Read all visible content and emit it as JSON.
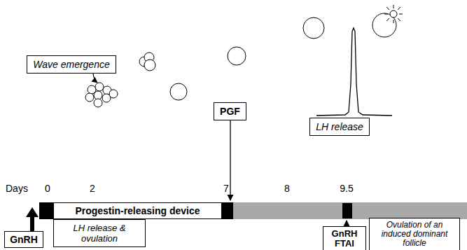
{
  "diagram": {
    "nodes": [
      {
        "text": [
          "Wave emergence"
        ]
      },
      {
        "text": [
          "PGF"
        ]
      },
      {
        "text": [
          "LH release"
        ]
      },
      {
        "text": [
          "Progestin-releasing device"
        ]
      },
      {
        "text": [
          "LH release & ovulation"
        ]
      },
      {
        "text": [
          "GnRH"
        ]
      },
      {
        "text": [
          "GnRH FTAI"
        ]
      },
      {
        "text": [
          "Ovulation of an induced dominant follicle"
        ]
      }
    ],
    "labels": [
      "Days",
      "0",
      "2",
      "7",
      "8",
      "9.5"
    ]
  }
}
